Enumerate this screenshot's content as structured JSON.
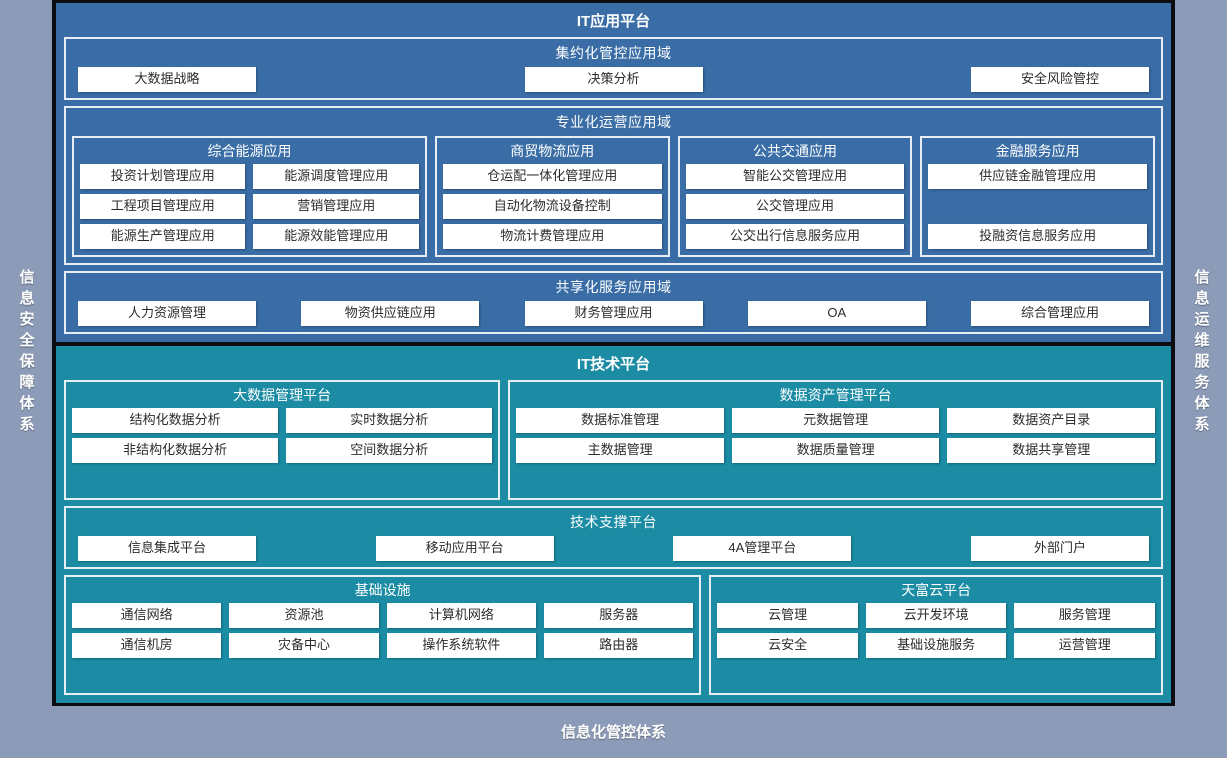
{
  "rails": {
    "left": "信息安全保障体系",
    "right": "信息运维服务体系"
  },
  "footer": {
    "label": "信息化管控体系"
  },
  "colors": {
    "app_platform": "#3a6da6",
    "tech_platform": "#1b8ca4",
    "rail": "#8c9cb8",
    "chip": "#ffffff",
    "border": "#e8eef5",
    "outline": "#0b0d12"
  },
  "app_platform": {
    "title": "IT应用平台",
    "domains": [
      {
        "title": "集约化管控应用域",
        "layout": "row",
        "items": [
          "大数据战略",
          "决策分析",
          "安全风险管控"
        ]
      },
      {
        "title": "专业化运营应用域",
        "layout": "groups",
        "groups": [
          {
            "title": "综合能源应用",
            "columns": 2,
            "rows": [
              [
                "投资计划管理应用",
                "能源调度管理应用"
              ],
              [
                "工程项目管理应用",
                "营销管理应用"
              ],
              [
                "能源生产管理应用",
                "能源效能管理应用"
              ]
            ]
          },
          {
            "title": "商贸物流应用",
            "columns": 1,
            "rows": [
              [
                "仓运配一体化管理应用"
              ],
              [
                "自动化物流设备控制"
              ],
              [
                "物流计费管理应用"
              ]
            ]
          },
          {
            "title": "公共交通应用",
            "columns": 1,
            "rows": [
              [
                "智能公交管理应用"
              ],
              [
                "公交管理应用"
              ],
              [
                "公交出行信息服务应用"
              ]
            ]
          },
          {
            "title": "金融服务应用",
            "columns": 1,
            "rows": [
              [
                "供应链金融管理应用"
              ],
              [
                ""
              ],
              [
                "投融资信息服务应用"
              ]
            ]
          }
        ]
      },
      {
        "title": "共享化服务应用域",
        "layout": "row",
        "items": [
          "人力资源管理",
          "物资供应链应用",
          "财务管理应用",
          "OA",
          "综合管理应用"
        ]
      }
    ]
  },
  "tech_platform": {
    "title": "IT技术平台",
    "domains": [
      {
        "title": "",
        "layout": "groups",
        "groups": [
          {
            "title": "大数据管理平台",
            "columns": 2,
            "rows": [
              [
                "结构化数据分析",
                "实时数据分析"
              ],
              [
                "非结构化数据分析",
                "空间数据分析"
              ]
            ]
          },
          {
            "title": "数据资产管理平台",
            "columns": 3,
            "rows": [
              [
                "数据标准管理",
                "元数据管理",
                "数据资产目录"
              ],
              [
                "主数据管理",
                "数据质量管理",
                "数据共享管理"
              ]
            ]
          }
        ]
      },
      {
        "title": "技术支撑平台",
        "layout": "row",
        "items": [
          "信息集成平台",
          "移动应用平台",
          "4A管理平台",
          "外部门户"
        ]
      },
      {
        "title": "",
        "layout": "groups",
        "groups": [
          {
            "title": "基础设施",
            "columns": 4,
            "rows": [
              [
                "通信网络",
                "资源池",
                "计算机网络",
                "服务器"
              ],
              [
                "通信机房",
                "灾备中心",
                "操作系统软件",
                "路由器"
              ]
            ]
          },
          {
            "title": "天富云平台",
            "columns": 3,
            "rows": [
              [
                "云管理",
                "云开发环境",
                "服务管理"
              ],
              [
                "云安全",
                "基础设施服务",
                "运营管理"
              ]
            ]
          }
        ]
      }
    ]
  }
}
